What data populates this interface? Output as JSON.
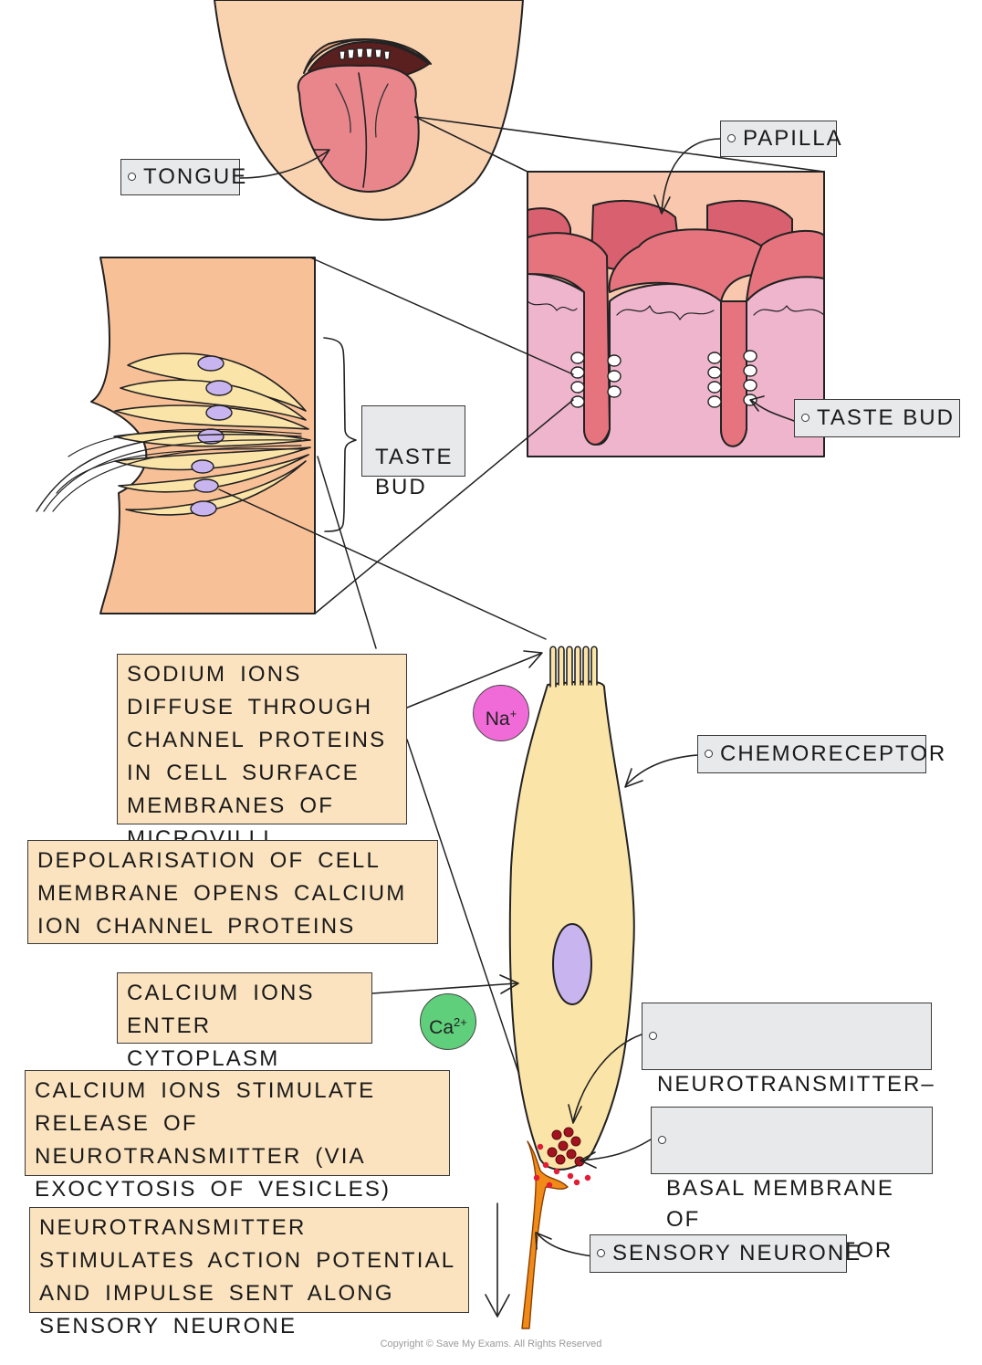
{
  "labels": {
    "tongue": "TONGUE",
    "papilla": "PAPILLA",
    "taste_bud_section": "TASTE\nBUD",
    "taste_bud_papilla": "TASTE BUD",
    "chemoreceptor": "CHEMORECEPTOR",
    "vesicles": "NEUROTRANSMITTER–\nCONTAINING VESICLES",
    "basal_membrane": "BASAL MEMBRANE OF\nCHEMORECEPTOR",
    "sensory_neurone": "SENSORY NEURONE"
  },
  "steps": [
    "SODIUM IONS DIFFUSE THROUGH CHANNEL PROTEINS IN CELL SURFACE MEMBRANES OF MICROVILLI",
    "DEPOLARISATION OF CELL MEMBRANE OPENS CALCIUM ION CHANNEL PROTEINS",
    "CALCIUM IONS ENTER CYTOPLASM",
    "CALCIUM IONS STIMULATE RELEASE OF NEUROTRANSMITTER (VIA EXOCYTOSIS OF VESICLES)",
    "NEUROTRANSMITTER STIMULATES ACTION POTENTIAL AND IMPULSE SENT ALONG SENSORY NEURONE"
  ],
  "ions": {
    "sodium": "Na",
    "sodium_charge": "+",
    "calcium": "Ca",
    "calcium_charge": "2+"
  },
  "copyright": "Copyright © Save My Exams. All Rights Reserved",
  "colors": {
    "skin": "#f9d2b0",
    "tongue": "#e9868c",
    "papilla_top": "#d9606e",
    "tissue": "#efb5cc",
    "taste_bud_tissue": "#f8c096",
    "cell": "#fbe4a8",
    "nucleus": "#c8b4ee",
    "note_bg": "#fbe3bf",
    "tag_bg": "#e8e9ea",
    "sodium_ion": "#f06bd8",
    "calcium_ion": "#5fcf7b",
    "neurone": "#f08a19",
    "vesicle": "#a3131f"
  }
}
